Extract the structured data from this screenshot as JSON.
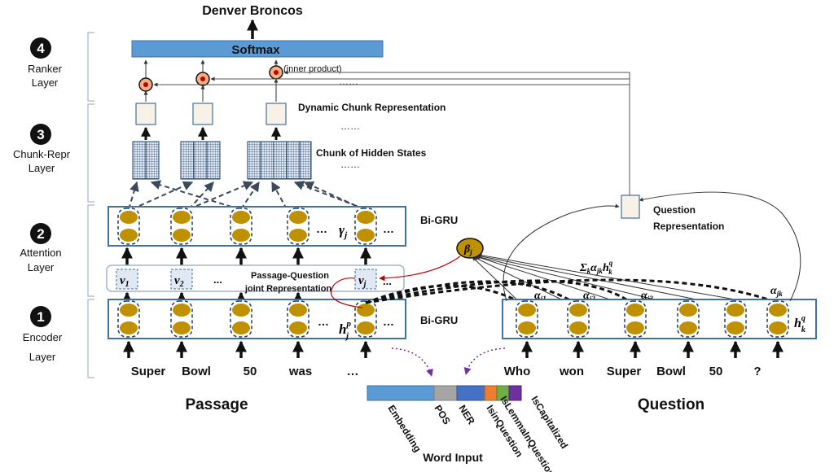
{
  "output": {
    "answer": "Denver Broncos",
    "softmax": "Softmax",
    "inner_product": "(inner product)"
  },
  "layers": [
    {
      "number": "4",
      "name_line1": "Ranker",
      "name_line2": "Layer"
    },
    {
      "number": "3",
      "name_line1": "Chunk-Repr",
      "name_line2": "Layer"
    },
    {
      "number": "2",
      "name_line1": "Attention",
      "name_line2": "Layer"
    },
    {
      "number": "1",
      "name_line1": "Encoder",
      "name_line2": "Layer"
    }
  ],
  "labels": {
    "dynamic_chunk": "Dynamic Chunk Representation",
    "chunk_hidden": "Chunk of Hidden States",
    "bigru_attention": "Bi-GRU",
    "bigru_encoder": "Bi-GRU",
    "pq_line1": "Passage-Question",
    "pq_line2": "joint Representation",
    "question_repr_line1": "Question",
    "question_repr_line2": "Representation",
    "dots": "……",
    "ellipsis": "…",
    "short_dots": "...",
    "passage": "Passage",
    "question": "Question",
    "word_input": "Word Input"
  },
  "math": {
    "beta": "β",
    "beta_sub": "j",
    "gamma": "γ",
    "gamma_sub": "j",
    "v_items": [
      {
        "base": "v",
        "sub": "1"
      },
      {
        "base": "v",
        "sub": "2"
      },
      {
        "base": "v",
        "sub": "j"
      }
    ],
    "sum_expr": "Σ",
    "sum_sub": "k",
    "sum_alpha": "α",
    "sum_alpha_sub": "jk",
    "sum_h": "h",
    "sum_h_sup": "q",
    "sum_h_sub": "k",
    "alphas": [
      {
        "base": "α",
        "sub": "j1"
      },
      {
        "base": "α",
        "sub": "j2"
      },
      {
        "base": "α",
        "sub": "j3"
      },
      {
        "base": "α",
        "sub": "jk"
      }
    ],
    "hp": {
      "base": "h",
      "sup": "p",
      "sub": "j"
    },
    "hq": {
      "base": "h",
      "sup": "q",
      "sub": "k"
    }
  },
  "passage_words": [
    "Super",
    "Bowl",
    "50",
    "was",
    "…"
  ],
  "question_words": [
    "Who",
    "won",
    "Super",
    "Bowl",
    "50",
    "?"
  ],
  "features": [
    "Embedding",
    "POS",
    "NER",
    "IsinQuestion",
    "IsLemmaInQuestion",
    "IsCapitalized"
  ],
  "colors": {
    "softmax": "#5b9bd5",
    "box_border": "#41719c",
    "gru_cell": "#bf9000",
    "embedding": "#5b9bd5",
    "pos": "#a5a5a5",
    "ner": "#4472c4",
    "isinquestion": "#ed7d31",
    "islemma": "#70ad47",
    "iscapitalized": "#7030a0",
    "beta_fill": "#bf9000",
    "attention_line": "#c00000"
  }
}
